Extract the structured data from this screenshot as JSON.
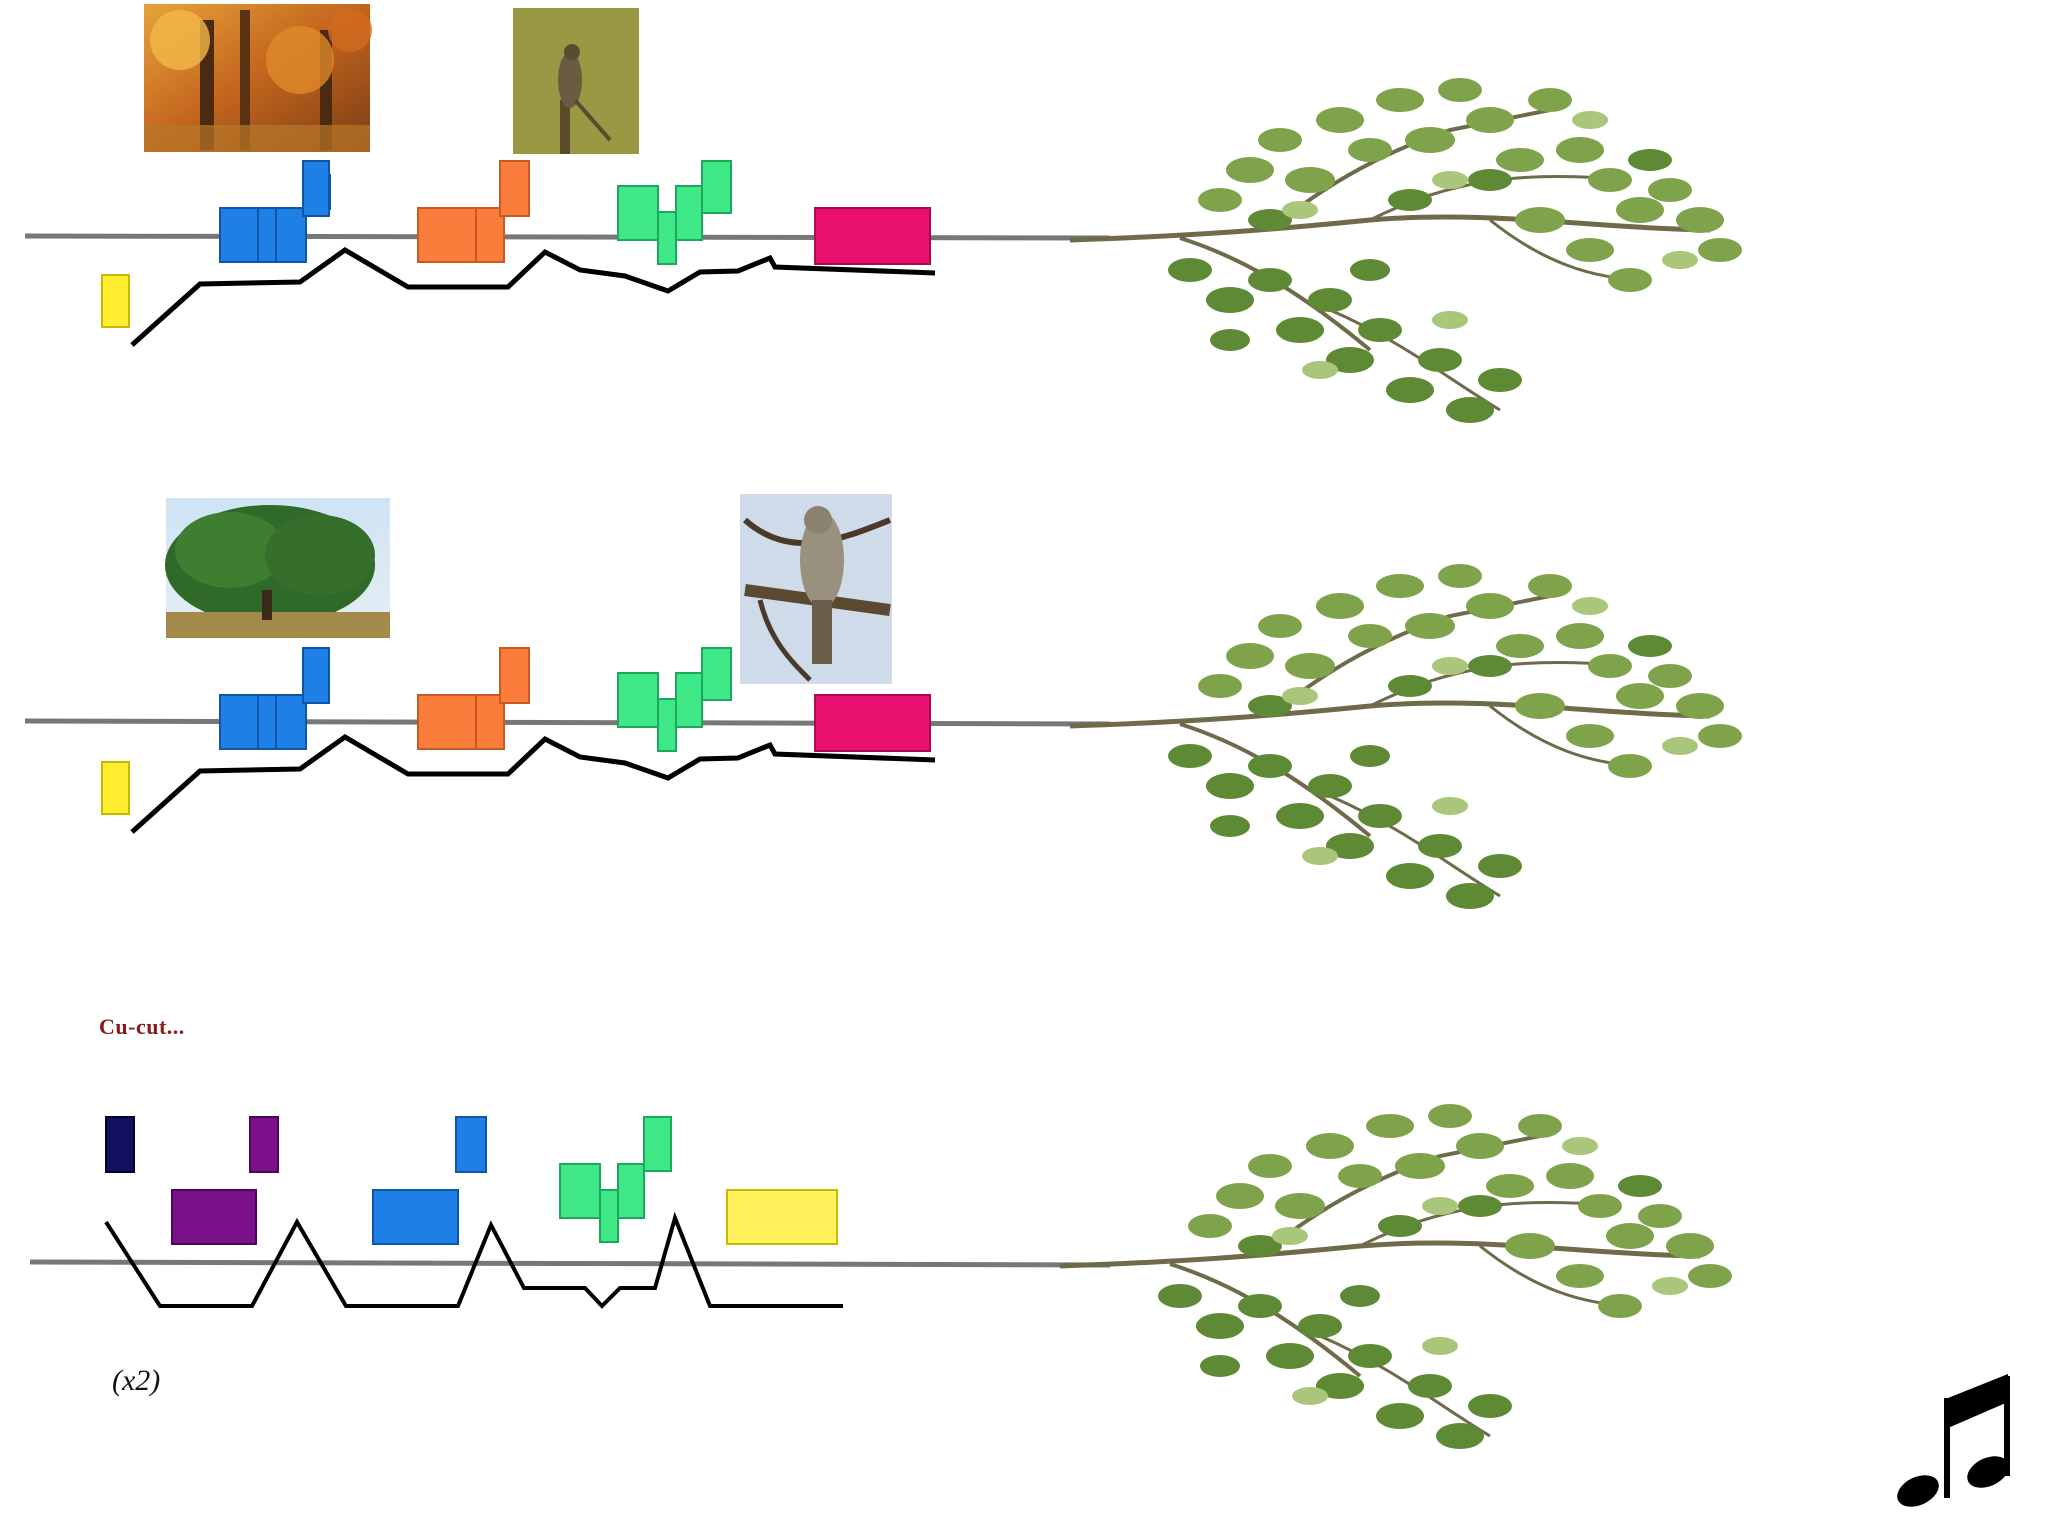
{
  "verse_1": {
    "images": [
      "autumn-forest-photo",
      "cuckoo-on-post-photo"
    ],
    "blocks": [
      {
        "color": "#ffee30",
        "kind": "single"
      },
      {
        "color": "#1e7fe6",
        "kind": "pair-rise"
      },
      {
        "color": "#fa7d3c",
        "kind": "rise"
      },
      {
        "color": "#3ee886",
        "kind": "zigzag"
      },
      {
        "color": "#ea1070",
        "kind": "long"
      }
    ]
  },
  "verse_2": {
    "images": [
      "green-tree-photo",
      "cuckoo-on-branch-photo"
    ],
    "blocks": [
      {
        "color": "#ffee30",
        "kind": "single"
      },
      {
        "color": "#1e7fe6",
        "kind": "pair-rise"
      },
      {
        "color": "#fa7d3c",
        "kind": "rise"
      },
      {
        "color": "#3ee886",
        "kind": "zigzag"
      },
      {
        "color": "#ea1070",
        "kind": "long"
      }
    ]
  },
  "verse_3": {
    "label": "Cu-cut...",
    "repeat": "(x2)",
    "blocks": [
      {
        "color": "#10105e",
        "kind": "single"
      },
      {
        "color": "#7a108a",
        "kind": "wide"
      },
      {
        "color": "#7a108a",
        "kind": "single"
      },
      {
        "color": "#1e7fe6",
        "kind": "wide"
      },
      {
        "color": "#1e7fe6",
        "kind": "single"
      },
      {
        "color": "#3ee886",
        "kind": "zigzag"
      },
      {
        "color": "#fff15a",
        "kind": "long"
      }
    ]
  },
  "icons": [
    "branch-icon",
    "music-note-icon"
  ]
}
